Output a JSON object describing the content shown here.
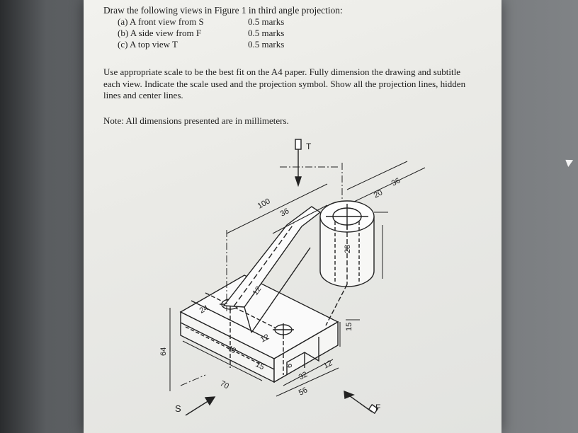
{
  "question": {
    "intro": "Draw the following views in Figure 1 in third angle projection:",
    "items": [
      {
        "label": "(a) A front view from S",
        "marks": "0.5 marks"
      },
      {
        "label": "(b) A side view from F",
        "marks": "0.5 marks"
      },
      {
        "label": "(c) A top view T",
        "marks": "0.5 marks"
      }
    ],
    "instructions": "Use appropriate scale to be the best fit on the A4 paper. Fully dimension the drawing and subtitle each view. Indicate the scale used and the projection symbol. Show all the projection lines, hidden lines and center lines.",
    "note": "Note: All dimensions presented are in millimeters."
  },
  "figure": {
    "view_labels": {
      "top": "T",
      "front": "S",
      "side": "F"
    },
    "dimensions": {
      "d100": "100",
      "d36a": "36",
      "d36b": "36",
      "d20": "20",
      "d28": "28",
      "d12a": "12",
      "d12b": "12",
      "d12c": "12",
      "d24": "24",
      "d40": "40",
      "d15a": "15",
      "d15b": "15",
      "d64": "64",
      "d70": "70",
      "d6": "6",
      "d32": "32",
      "d56": "56"
    }
  }
}
